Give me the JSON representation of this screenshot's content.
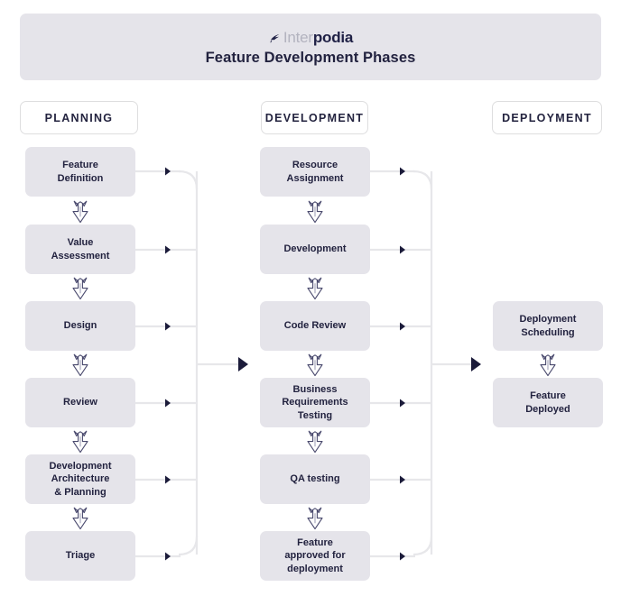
{
  "banner": {
    "logo_light": "Inter",
    "logo_bold": "podia",
    "logo_icon": "interpodia-mark-icon",
    "title": "Feature Development Phases"
  },
  "columns": [
    {
      "id": "planning",
      "header": "PLANNING",
      "steps": [
        {
          "label": "Feature\nDefinition"
        },
        {
          "label": "Value\nAssessment"
        },
        {
          "label": "Design"
        },
        {
          "label": "Review"
        },
        {
          "label": "Development\nArchitecture\n& Planning"
        },
        {
          "label": "Triage"
        }
      ]
    },
    {
      "id": "development",
      "header": "DEVELOPMENT",
      "steps": [
        {
          "label": "Resource\nAssignment"
        },
        {
          "label": "Development"
        },
        {
          "label": "Code Review"
        },
        {
          "label": "Business\nRequirements\nTesting"
        },
        {
          "label": "QA testing"
        },
        {
          "label": "Feature\napproved for\ndeployment"
        }
      ]
    },
    {
      "id": "deployment",
      "header": "DEPLOYMENT",
      "steps": [
        {
          "label": "Deployment\nScheduling"
        },
        {
          "label": "Feature\nDeployed"
        }
      ]
    }
  ],
  "colors": {
    "box_fill": "#e5e4ea",
    "text_dark": "#22223f",
    "logo_gray": "#b3b3bf",
    "wire_gray": "#e7e7ea",
    "arrow_navy": "#1b1b3a",
    "header_border": "#dededf",
    "page_bg": "#ffffff"
  },
  "connectors": {
    "down_arrow_icon": "down-arrow-icon",
    "branch_arrow_icon": "right-arrow-small-icon",
    "merge_arrow_icon": "right-arrow-large-icon"
  }
}
